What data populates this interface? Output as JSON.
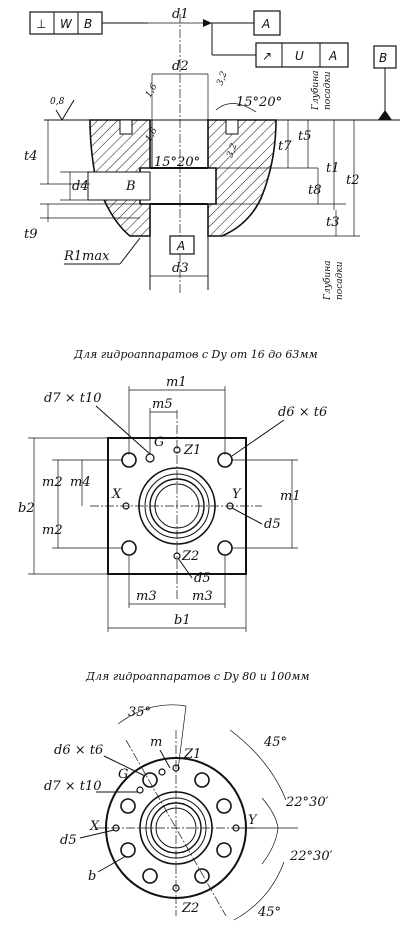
{
  "tolerance_frames": {
    "top_left": [
      "⊥",
      "W",
      "B"
    ],
    "top_right": "A",
    "second": [
      "↗",
      "U",
      "A"
    ],
    "datum_b": "B",
    "bottom": "A"
  },
  "section": {
    "d1": "d1",
    "d2": "d2",
    "d3": "d3",
    "d4": "d4",
    "t1": "t1",
    "t2": "t2",
    "t3": "t3",
    "t4": "t4",
    "t5": "t5",
    "t7": "t7",
    "t8": "t8",
    "t9": "t9",
    "rough_08": "0,8",
    "rough_16a": "1,6",
    "rough_16b": "1,6",
    "rough_32a": "3,2",
    "rough_32b": "3,2",
    "angle_top": "15°20°",
    "angle_mid": "15°20°",
    "label_b": "B",
    "r1max": "R1max",
    "depth_fit_top": [
      "Глубина",
      "посадки"
    ],
    "depth_fit_bottom": [
      "Глубина",
      "посадки"
    ]
  },
  "square_flange": {
    "caption": "Для гидроаппаратов с Dу от 16 до 63мм",
    "m1_top": "m1",
    "m5": "m5",
    "m2_a": "m2",
    "m2_b": "m2",
    "m4": "m4",
    "m1_right": "m1",
    "b2": "b2",
    "b1": "b1",
    "m3_a": "m3",
    "m3_b": "m3",
    "d7t10": "d7 × t10",
    "d6t6": "d6 × t6",
    "d5_a": "d5",
    "d5_b": "d5",
    "G": "G",
    "Z1": "Z1",
    "Z2": "Z2",
    "X": "X",
    "Y": "Y"
  },
  "round_flange": {
    "caption": "Для гидроаппаратов с Dу 80 и 100мм",
    "angle_35": "35°",
    "angle_45_top": "45°",
    "angle_45_bottom": "45°",
    "angle_2230_top": "22°30′",
    "angle_2230_bottom": "22°30′",
    "m": "m",
    "d6t6": "d6 × t6",
    "d7t10": "d7 × t10",
    "d5": "d5",
    "b": "b",
    "G": "G",
    "X": "X",
    "Y": "Y",
    "Z1": "Z1",
    "Z2": "Z2"
  }
}
